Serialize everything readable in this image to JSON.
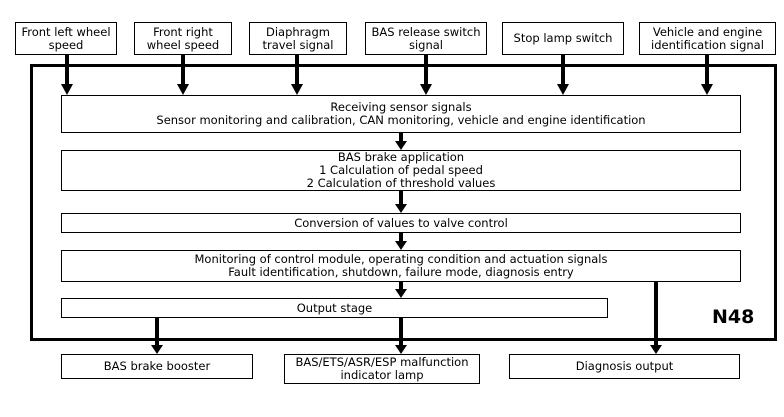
{
  "inputs": [
    {
      "lines": [
        "Front left wheel",
        "speed"
      ]
    },
    {
      "lines": [
        "Front right",
        "wheel speed"
      ]
    },
    {
      "lines": [
        "Diaphragm",
        "travel signal"
      ]
    },
    {
      "lines": [
        "BAS release switch",
        "signal"
      ]
    },
    {
      "lines": [
        "Stop lamp switch"
      ]
    },
    {
      "lines": [
        "Vehicle and engine",
        "identification signal"
      ]
    }
  ],
  "process": [
    {
      "lines": [
        "Receiving sensor signals",
        "Sensor monitoring and calibration, CAN monitoring, vehicle and engine identification"
      ]
    },
    {
      "lines": [
        "BAS brake application",
        "1   Calculation of pedal speed",
        "2   Calculation of threshold values"
      ]
    },
    {
      "lines": [
        "Conversion of values to valve control"
      ]
    },
    {
      "lines": [
        "Monitoring of control module, operating condition and actuation signals",
        "Fault identification, shutdown, failure mode, diagnosis entry"
      ]
    },
    {
      "lines": [
        "Output stage"
      ]
    }
  ],
  "outputs": [
    {
      "lines": [
        "BAS brake booster"
      ]
    },
    {
      "lines": [
        "BAS/ETS/ASR/ESP malfunction",
        "indicator lamp"
      ]
    },
    {
      "lines": [
        "Diagnosis output"
      ]
    }
  ],
  "unit_label": "N48"
}
